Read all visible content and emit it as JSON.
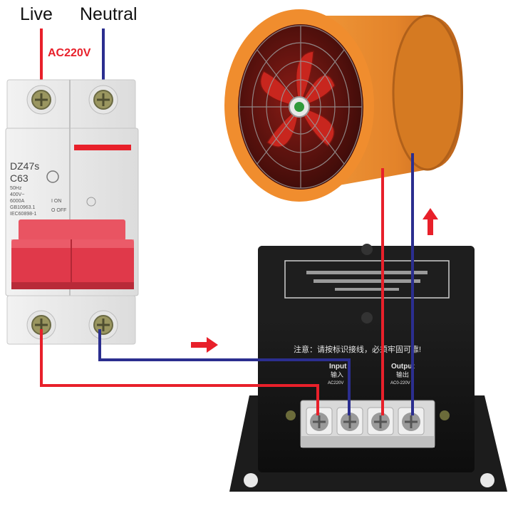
{
  "labels": {
    "live": "Live",
    "neutral": "Neutral",
    "supply": "AC220V"
  },
  "breaker": {
    "model": "DZ47s",
    "rating": "C63",
    "spec_lines": [
      "50Hz",
      "400V~",
      "6000A",
      "GB10963.1",
      "IEC60898-1"
    ],
    "on_label": "I ON",
    "off_label": "O OFF"
  },
  "controller": {
    "notice": "注意：请按标识接线，必须牢固可靠!",
    "input_label": "Input",
    "input_cn": "输入",
    "input_rating": "AC220V",
    "output_label": "Output",
    "output_cn": "输出",
    "output_rating": "AC0-220V"
  },
  "colors": {
    "live_wire": "#e8202a",
    "neutral_wire": "#2b2e8f",
    "breaker_handle": "#e0394a",
    "fan_housing": "#e88a2c",
    "controller_body": "#141414"
  }
}
